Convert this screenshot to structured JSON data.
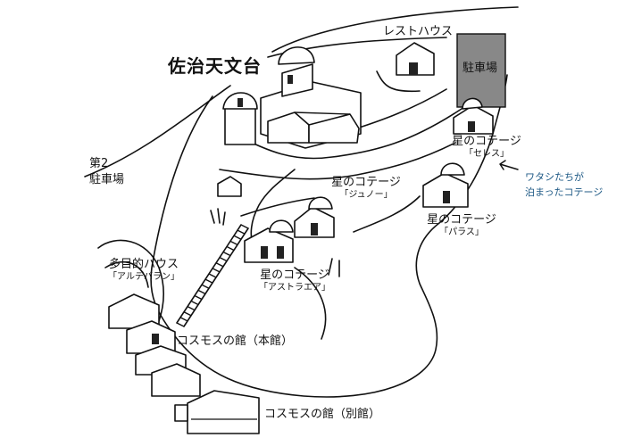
{
  "colors": {
    "line": "#111111",
    "parking_fill": "#888888",
    "note_text": "#1f5a86",
    "background": "#ffffff"
  },
  "map": {
    "observatory": "佐治天文台",
    "rest_house": "レストハウス",
    "parking_main": "駐車場",
    "parking_second": [
      "第2",
      "駐車場"
    ],
    "multipurpose_house": {
      "name": "多目的ハウス",
      "sub": "「アルデバラン」"
    },
    "cosmos_main": "コスモスの館（本館）",
    "cosmos_annex": "コスモスの館（別館）",
    "cottages": [
      {
        "name": "星のコテージ",
        "sub": "「セレス」"
      },
      {
        "name": "星のコテージ",
        "sub": "「ジュノー」"
      },
      {
        "name": "星のコテージ",
        "sub": "「パラス」"
      },
      {
        "name": "星のコテージ",
        "sub": "「アストラエア」"
      }
    ]
  },
  "annotation": {
    "line1": "ワタシたちが",
    "line2": "泊まったコテージ",
    "arrow_icon": "arrow-left-icon"
  }
}
